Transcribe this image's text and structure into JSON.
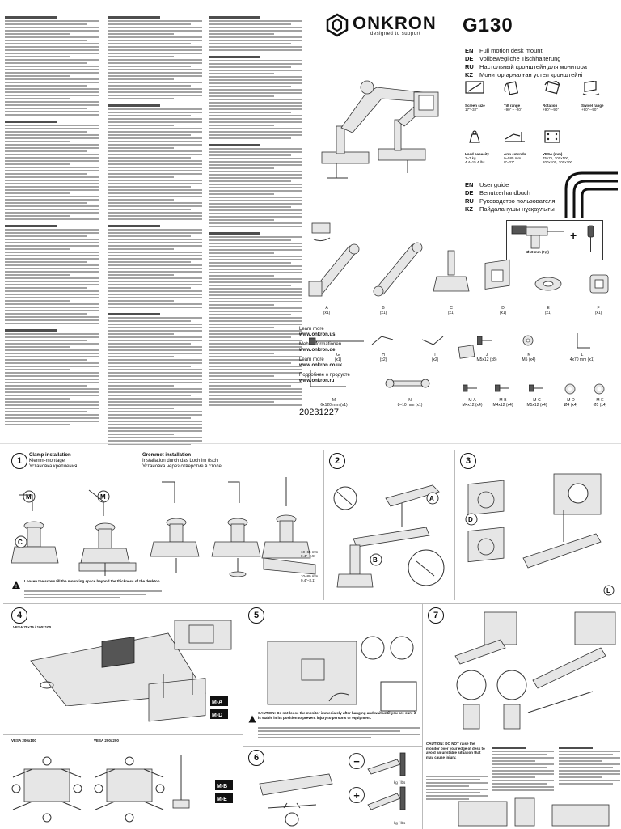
{
  "header": {
    "brand": "ONKRON",
    "tagline": "designed to support",
    "model": "G130"
  },
  "product_titles": [
    {
      "lang": "EN",
      "text": "Full motion desk mount"
    },
    {
      "lang": "DE",
      "text": "Vollbewegliche Tischhalterung"
    },
    {
      "lang": "RU",
      "text": "Настольный кронштейн для монитора"
    },
    {
      "lang": "KZ",
      "text": "Монитор арналған үстел кронштейні"
    }
  ],
  "specs_row1": [
    {
      "icon": "screen-size-icon",
      "label": "Screen size",
      "value": "17\"–32\""
    },
    {
      "icon": "tilt-range-icon",
      "label": "Tilt range",
      "value": "+90° – -20°"
    },
    {
      "icon": "rotation-icon",
      "label": "Rotation",
      "value": "+90°–-90°"
    },
    {
      "icon": "swivel-range-icon",
      "label": "Swivel range",
      "value": "+90°–-90°"
    }
  ],
  "specs_row2": [
    {
      "icon": "load-capacity-icon",
      "label": "Load capacity",
      "value": "2–7 kg\n4.4–15.4 lbs"
    },
    {
      "icon": "arm-extends-icon",
      "label": "Arm extends",
      "value": "0–585 mm\n0\"–23\""
    },
    {
      "icon": "vesa-icon",
      "label": "VESA (mm)",
      "value": "75x75, 100x100,\n200x100, 200x200"
    }
  ],
  "guide_titles": [
    {
      "lang": "EN",
      "text": "User guide"
    },
    {
      "lang": "DE",
      "text": "Benutzerhandbuch"
    },
    {
      "lang": "RU",
      "text": "Руководство пользователя"
    },
    {
      "lang": "KZ",
      "text": "Пайдаланушы нұсқаулығы"
    }
  ],
  "tools": {
    "drill_size": "Ø10 mm (⅜\")",
    "plus": "+"
  },
  "parts_main": [
    {
      "id": "A",
      "qty": "(x1)"
    },
    {
      "id": "B",
      "qty": "(x1)"
    },
    {
      "id": "C",
      "qty": "(x1)"
    },
    {
      "id": "D",
      "qty": "(x1)"
    },
    {
      "id": "E",
      "qty": "(x1)"
    },
    {
      "id": "F",
      "qty": "(x1)"
    }
  ],
  "learn_more": [
    {
      "label": "Learn more",
      "url": "www.onkron.us"
    },
    {
      "label": "Mehr Informationen",
      "url": "www.onkron.de"
    },
    {
      "label": "Learn more",
      "url": "www.onkron.co.uk"
    },
    {
      "label": "Подробнее о продукте",
      "url": "www.onkron.ru"
    }
  ],
  "doc_code": "20231227",
  "hardware": [
    {
      "id": "G",
      "qty": "(x1)"
    },
    {
      "id": "H",
      "qty": "(x2)"
    },
    {
      "id": "I",
      "qty": "(x2)"
    },
    {
      "id": "J",
      "spec": "M5x12",
      "qty": "(x8)"
    },
    {
      "id": "K",
      "spec": "M5",
      "qty": "(x4)"
    },
    {
      "id": "L",
      "spec": "4x70 mm",
      "qty": "(x1)"
    },
    {
      "id": "M",
      "spec": "6x120 mm",
      "qty": "(x1)"
    },
    {
      "id": "N",
      "spec": "8–10 mm",
      "qty": "(x1)"
    }
  ],
  "screws": [
    {
      "id": "M-A",
      "spec": "M4x12",
      "qty": "(x4)"
    },
    {
      "id": "M-B",
      "spec": "M4x12",
      "qty": "(x4)"
    },
    {
      "id": "M-C",
      "spec": "M5x12",
      "qty": "(x4)"
    },
    {
      "id": "M-D",
      "spec": "Ø4",
      "qty": "(x4)"
    },
    {
      "id": "M-E",
      "spec": "Ø5",
      "qty": "(x4)"
    }
  ],
  "steps": {
    "s1": {
      "num": "1",
      "title_en": "Clamp installation",
      "title_de": "Klemm-montage",
      "title_ru": "Установка крепления"
    },
    "s1b": {
      "title_en": "Grommet installation",
      "title_de": "Installation durch das Loch im tisch",
      "title_ru": "Установка через отверстие в столе"
    },
    "s1_warn": "Loosen the screw till the mounting space beyond the thickness of the desktop.",
    "s1_dims": {
      "a": "10–65 mm",
      "b": "0.4\"–2.5\"",
      "c": "10–80 mm",
      "d": "0.4\"–3.1\""
    },
    "s2": {
      "num": "2"
    },
    "s3": {
      "num": "3"
    },
    "s4": {
      "num": "4",
      "vesa_a": "VESA 75x75 / 100x100",
      "vesa_b": "VESA 200x100",
      "vesa_c": "VESA 200x200"
    },
    "s5": {
      "num": "5",
      "caution": "CAUTION: Do not loose the monitor immediately after hanging and wait until you are sure it is stable in its position to prevent injury to persons or equipment."
    },
    "s6": {
      "num": "6",
      "unit_a": "kg / lbs",
      "unit_b": "kg / lbs",
      "minus": "−",
      "plus": "+"
    },
    "s7": {
      "num": "7",
      "caution": "CAUTION: DO NOT raise the monitor over your edge of desk to avoid an unstable situation that may cause injury."
    }
  },
  "markers": {
    "m": "M",
    "c": "C",
    "a": "A",
    "b": "B",
    "d": "D",
    "l": "L",
    "e": "E",
    "f": "F",
    "g": "G",
    "h": "H",
    "j": "J",
    "k": "K"
  }
}
